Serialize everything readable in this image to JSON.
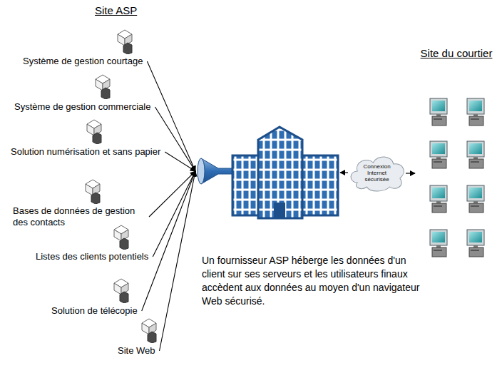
{
  "diagram": {
    "nodes": [
      {
        "text": [
          "Système de gestion courtage"
        ]
      },
      {
        "text": [
          "Système de gestion commerciale"
        ]
      },
      {
        "text": [
          "Solution numérisation et sans papier"
        ]
      },
      {
        "text": [
          "Bases de données de gestion des contacts"
        ]
      },
      {
        "text": [
          "Listes des clients potentiels"
        ]
      },
      {
        "text": [
          "Solution de télécopie"
        ]
      },
      {
        "text": [
          "Site Web"
        ]
      },
      {
        "text": [
          "Connexion Internet sécurisée"
        ]
      },
      {
        "text": [
          "Site du courtier"
        ]
      }
    ],
    "edges": [
      {
        "from": 7,
        "to": 8,
        "arrow": "to"
      }
    ],
    "labels": [
      "Site ASP",
      "Un fournisseur ASP héberge les données d'un client sur ses serveurs et les utilisateurs finaux accèdent aux données au moyen d'un navigateur Web sécurisé."
    ]
  }
}
